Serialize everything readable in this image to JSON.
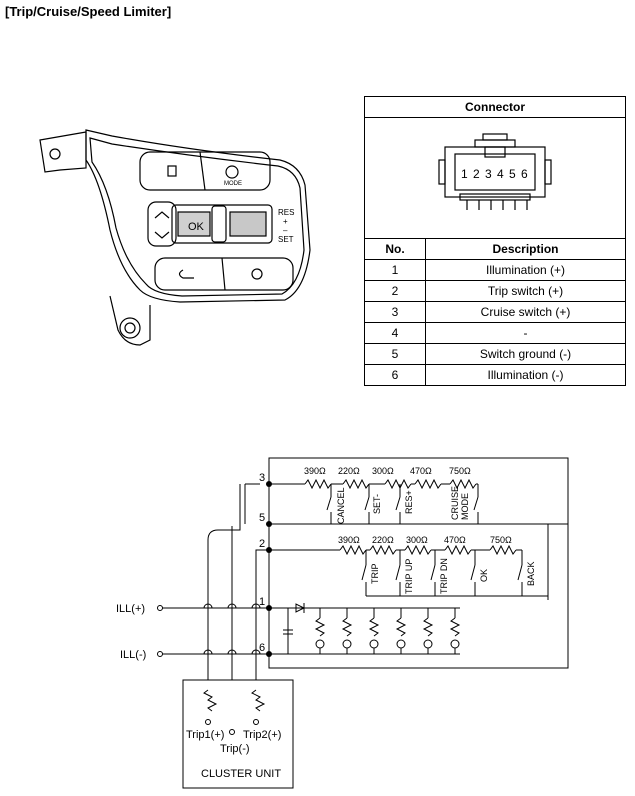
{
  "title": "[Trip/Cruise/Speed Limiter]",
  "connector": {
    "header": "Connector",
    "pins": [
      "1",
      "2",
      "3",
      "4",
      "5",
      "6"
    ],
    "col_no": "No.",
    "col_desc": "Description",
    "rows": [
      {
        "no": "1",
        "desc": "Illumination (+)"
      },
      {
        "no": "2",
        "desc": "Trip switch (+)"
      },
      {
        "no": "3",
        "desc": "Cruise switch (+)"
      },
      {
        "no": "4",
        "desc": "-"
      },
      {
        "no": "5",
        "desc": "Switch ground (-)"
      },
      {
        "no": "6",
        "desc": "Illumination (-)"
      }
    ]
  },
  "switch_labels": {
    "ok": "OK",
    "res_plus": "RES",
    "plus": "+",
    "minus": "–",
    "set": "SET",
    "mode": "MODE"
  },
  "schematic": {
    "terminals": [
      "3",
      "5",
      "2",
      "1",
      "6"
    ],
    "cruise_resistors": [
      "390Ω",
      "220Ω",
      "300Ω",
      "470Ω",
      "750Ω"
    ],
    "cruise_switches": [
      "CANCEL",
      "SET-",
      "RES+",
      "CRUISE",
      "MODE"
    ],
    "trip_resistors": [
      "390Ω",
      "220Ω",
      "300Ω",
      "470Ω",
      "750Ω"
    ],
    "trip_switches": [
      "TRIP",
      "TRIP UP",
      "TRIP DN",
      "OK",
      "BACK"
    ],
    "ill_plus": "ILL(+)",
    "ill_minus": "ILL(-)",
    "trip1": "Trip1(+)",
    "trip2": "Trip2(+)",
    "tripm": "Trip(-)",
    "cluster": "CLUSTER UNIT"
  }
}
